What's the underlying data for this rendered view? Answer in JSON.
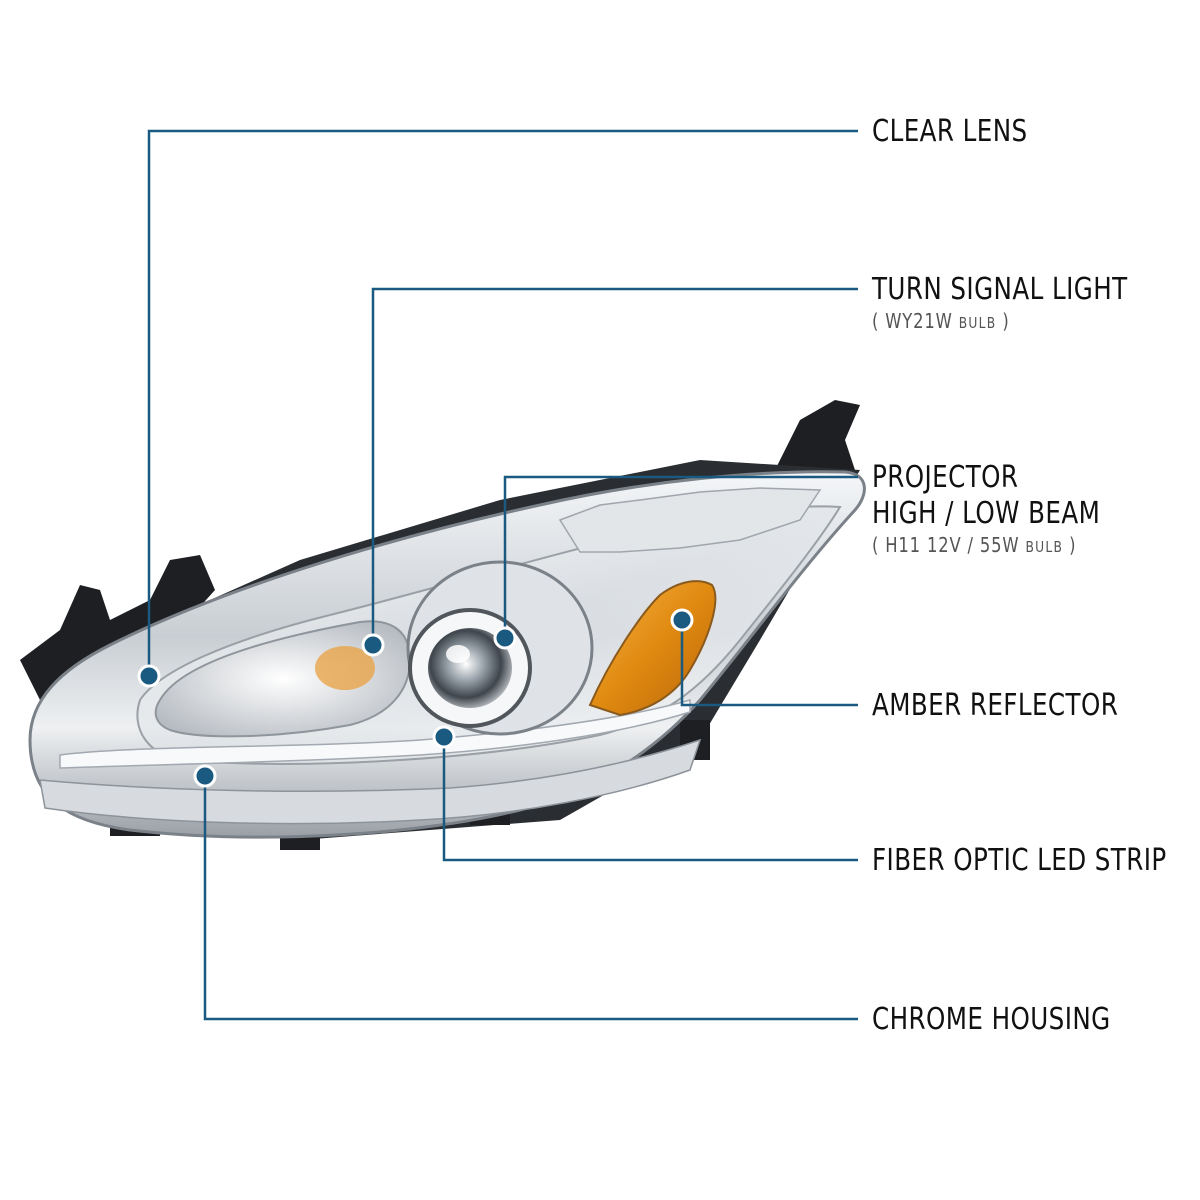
{
  "colors": {
    "leader_line": "#1a5a80",
    "dot_fill": "#1a5a80",
    "amber": "#e08a10",
    "housing_dark": "#1d1f22",
    "chrome_light": "#e6e9ec",
    "chrome_mid": "#b9bec4",
    "chrome_dark": "#6f757c"
  },
  "callouts": [
    {
      "id": "clear-lens",
      "title_lines": [
        "CLEAR LENS"
      ]
    },
    {
      "id": "turn-signal-light",
      "title_lines": [
        "TURN SIGNAL LIGHT"
      ],
      "sub": {
        "open": "( ",
        "main": "WY21W",
        "small": "BULB",
        "close": " )"
      }
    },
    {
      "id": "projector",
      "title_lines": [
        "PROJECTOR",
        "HIGH / LOW BEAM"
      ],
      "sub": {
        "open": "( ",
        "main": "H11  12V / 55W",
        "small": "BULB",
        "close": " )"
      }
    },
    {
      "id": "amber-reflector",
      "title_lines": [
        "AMBER REFLECTOR"
      ]
    },
    {
      "id": "fiber-optic-led-strip",
      "title_lines": [
        "FIBER OPTIC LED STRIP"
      ]
    },
    {
      "id": "chrome-housing",
      "title_lines": [
        "CHROME HOUSING"
      ]
    }
  ]
}
